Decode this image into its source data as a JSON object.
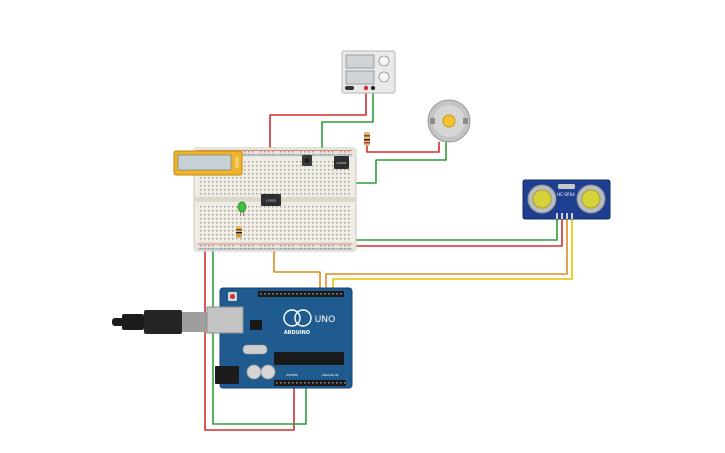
{
  "components": {
    "power_supply": {
      "name": "DC power supply"
    },
    "dc_motor": {
      "name": "DC motor"
    },
    "lcd": {
      "name": "LCD 16x2"
    },
    "breadboard": {
      "name": "breadboard"
    },
    "ic_top_right": {
      "label": "L293D"
    },
    "ic_middle": {
      "label": "L293D"
    },
    "ultrasonic": {
      "label": "HC-SR04"
    },
    "arduino": {
      "logo": "ARDUINO",
      "model": "UNO",
      "power_header": "POWER",
      "analog_header": "ANALOG IN"
    }
  },
  "colors": {
    "wire_red": "#d32f2f",
    "wire_green": "#2e9d3a",
    "wire_orange": "#e08a1e",
    "wire_yellow": "#e6c200",
    "arduino_board": "#1f5b8e",
    "sensor_board": "#1e3f8f",
    "lcd_frame": "#f0b429"
  }
}
